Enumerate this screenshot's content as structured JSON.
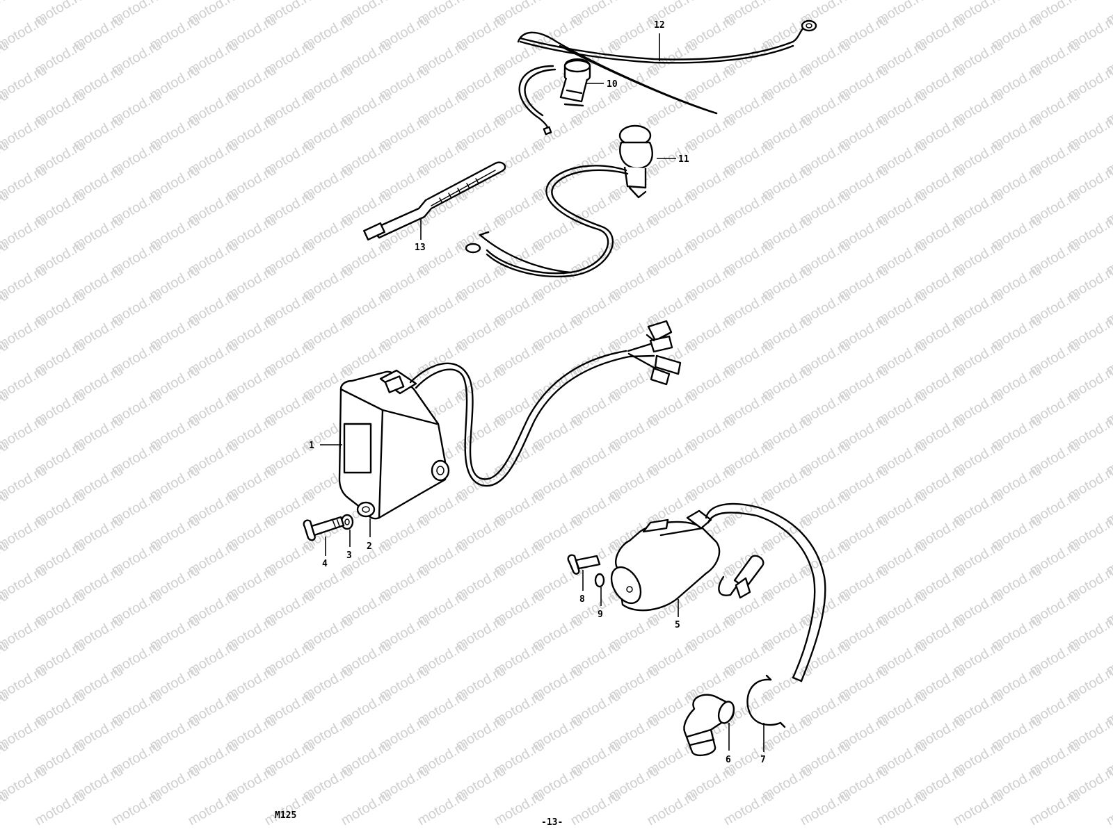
{
  "watermark": "motod.ru",
  "callouts": {
    "c1": "1",
    "c2": "2",
    "c3": "3",
    "c4": "4",
    "c5": "5",
    "c6": "6",
    "c7": "7",
    "c8": "8",
    "c9": "9",
    "c10": "10",
    "c11": "11",
    "c12": "12",
    "c13": "13"
  },
  "footer": {
    "model_code": "M125",
    "page_number": "-13-"
  }
}
